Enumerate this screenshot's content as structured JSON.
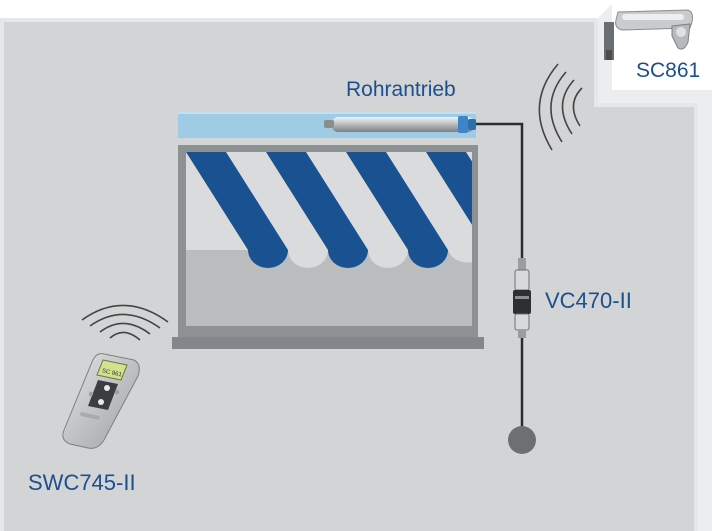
{
  "labels": {
    "sc861": "SC861",
    "rohrantrieb": "Rohrantrieb",
    "vc470": "VC470-II",
    "swc745": "SWC745-II"
  },
  "remote": {
    "display_text": "SC 861"
  },
  "icons": {
    "sun_sensor": "sun-wind-sensor-icon",
    "tube_motor": "tubular-motor-icon",
    "actuator": "in-line-actuator-icon",
    "remote": "handheld-remote-icon",
    "signal": "radio-waves-icon"
  },
  "colors": {
    "wall": "#d3d4d5",
    "wall_edge": "#e7e8e9",
    "awning_blue": "#1a5190",
    "awning_white": "#dadbdc",
    "cassette": "#9fcbe5",
    "label": "#1c4f8f",
    "cable": "#2c2c2c"
  }
}
